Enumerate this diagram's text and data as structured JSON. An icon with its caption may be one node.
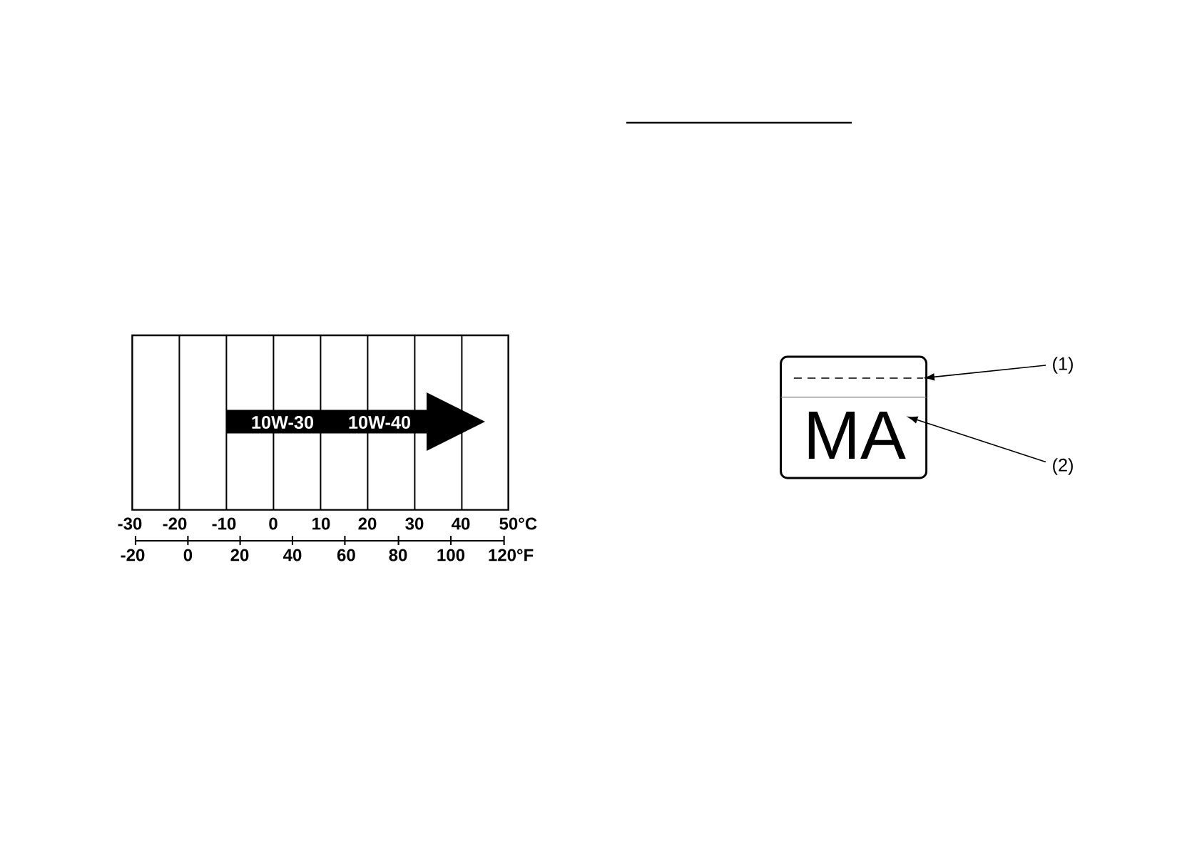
{
  "diagram": {
    "nodes": [
      {
        "text": [
          "10W-30",
          "10W-40"
        ]
      },
      {
        "text": [],
        "shape": "box"
      },
      {
        "text": [],
        "shape": "line",
        "in": 1
      },
      {
        "text": [
          "MA"
        ],
        "in": 1
      },
      {
        "text": [
          "(1)"
        ]
      },
      {
        "text": [
          "(2)"
        ]
      }
    ],
    "edges": [
      {
        "from": 4,
        "to": 2,
        "arrow": "to"
      },
      {
        "from": 5,
        "to": 3,
        "arrow": "to"
      }
    ],
    "labels": [
      "-30",
      "-20",
      "-10",
      "0",
      "10",
      "20",
      "30",
      "40",
      "50°C",
      "-20",
      "0",
      "20",
      "40",
      "60",
      "80",
      "100",
      "120°F"
    ]
  }
}
